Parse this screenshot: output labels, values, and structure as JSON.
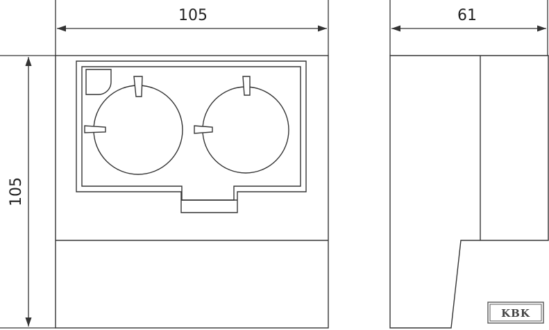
{
  "front_view": {
    "width_label": "105",
    "height_label": "105",
    "sockets": [
      {
        "name": "left-socket"
      },
      {
        "name": "right-socket"
      }
    ]
  },
  "side_view": {
    "depth_label": "61"
  },
  "logo": {
    "text": "KBK"
  },
  "colors": {
    "line": "#333333",
    "fill": "#ffffff"
  }
}
